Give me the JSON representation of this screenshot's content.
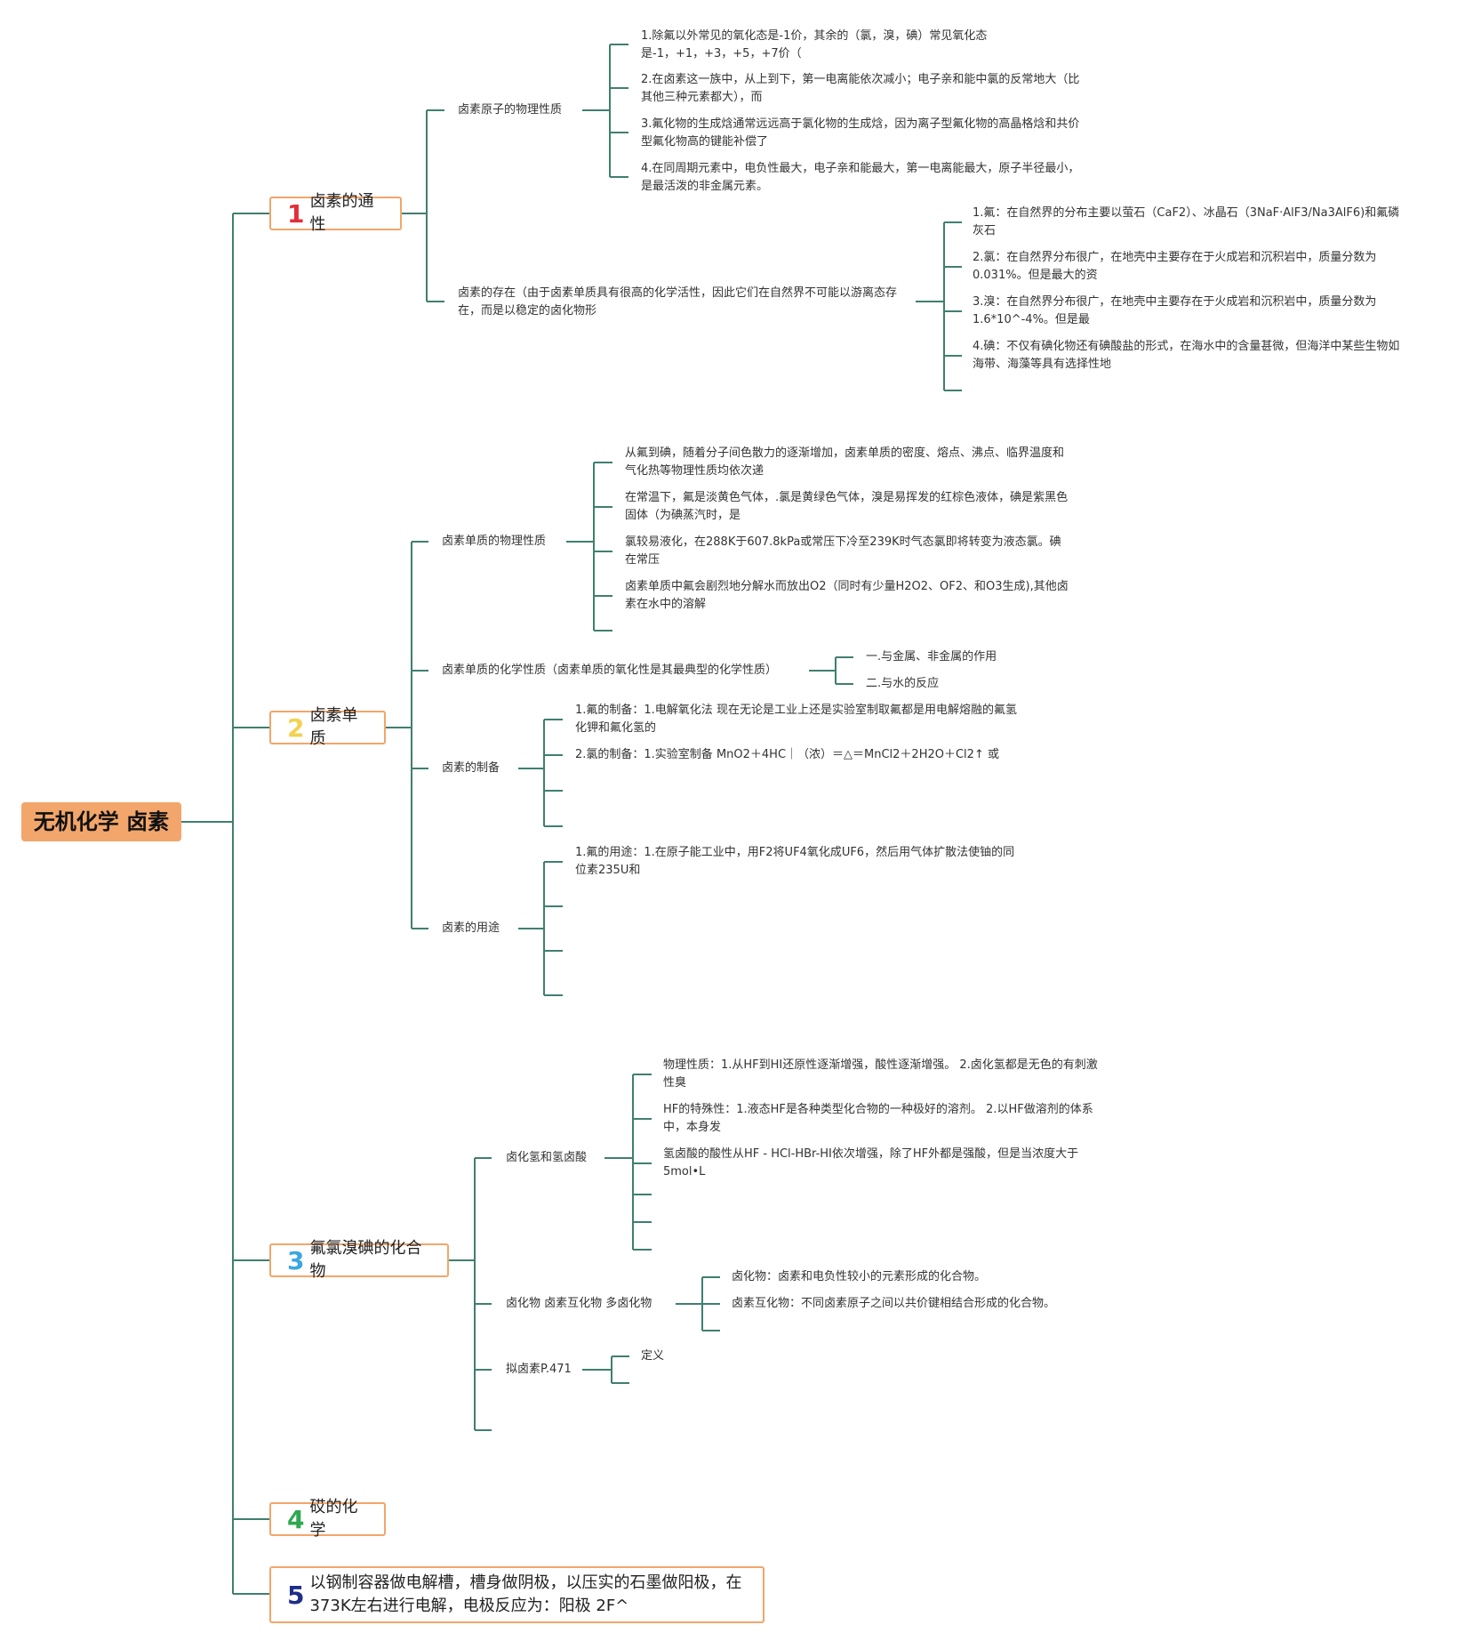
{
  "root": "无机化学 卤素",
  "colors": {
    "line": "#3F7F6F",
    "root_fill": "#F2A66B",
    "num1": "#E0303A",
    "num2": "#F3D250",
    "num3": "#3BA7E0",
    "num4": "#2FA84F",
    "num5": "#1F2D8A"
  },
  "branch1": {
    "num": "1",
    "title": "卤素的通性",
    "phys": {
      "label": "卤素原子的物理性质",
      "items": [
        "1.除氟以外常见的氧化态是-1价，其余的（氯，溴，碘）常见氧化态是-1，+1，+3，+5，+7价（",
        "2.在卤素这一族中，从上到下，第一电离能依次减小；电子亲和能中氯的反常地大（比其他三种元素都大），而",
        "3.氟化物的生成焓通常远远高于氯化物的生成焓，因为离子型氟化物的高晶格焓和共价型氟化物高的键能补偿了",
        "4.在同周期元素中，电负性最大，电子亲和能最大，第一电离能最大，原子半径最小，是最活泼的非金属元素。"
      ]
    },
    "exist": {
      "label": "卤素的存在（由于卤素单质具有很高的化学活性，因此它们在自然界不可能以游离态存在，而是以稳定的卤化物形",
      "items": [
        "1.氟：在自然界的分布主要以萤石（CaF2）、冰晶石（3NaF·AlF3/Na3AlF6)和氟磷灰石",
        "2.氯：在自然界分布很广，在地壳中主要存在于火成岩和沉积岩中，质量分数为0.031%。但是最大的资",
        "3.溴：在自然界分布很广，在地壳中主要存在于火成岩和沉积岩中，质量分数为1.6*10^-4%。但是最",
        "4.碘：不仅有碘化物还有碘酸盐的形式，在海水中的含量甚微，但海洋中某些生物如海带、海藻等具有选择性地"
      ]
    }
  },
  "branch2": {
    "num": "2",
    "title": "卤素单质",
    "phys": {
      "label": "卤素单质的物理性质",
      "items": [
        "从氟到碘，随着分子间色散力的逐渐增加，卤素单质的密度、熔点、沸点、临界温度和气化热等物理性质均依次递",
        "在常温下，氟是淡黄色气体，.氯是黄绿色气体，溴是易挥发的红棕色液体，碘是紫黑色固体（为碘蒸汽时，是",
        "氯较易液化，在288K于607.8kPa或常压下冷至239K时气态氯即将转变为液态氯。碘在常压",
        "卤素单质中氟会剧烈地分解水而放出O2（同时有少量H2O2、OF2、和O3生成),其他卤素在水中的溶解"
      ]
    },
    "chem": {
      "label": "卤素单质的化学性质（卤素单质的氧化性是其最典型的化学性质）",
      "items": [
        "一.与金属、非金属的作用",
        "二.与水的反应"
      ]
    },
    "prep": {
      "label": "卤素的制备",
      "items": [
        "1.氟的制备：1.电解氧化法 现在无论是工业上还是实验室制取氟都是用电解熔融的氟氢化钾和氟化氢的",
        "2.氯的制备：1.实验室制备 MnO2＋4HC｜（浓）＝△＝MnCl2＋2H2O＋Cl2↑ 或"
      ]
    },
    "use": {
      "label": "卤素的用途",
      "items": [
        "1.氟的用途：1.在原子能工业中，用F2将UF4氧化成UF6，然后用气体扩散法使铀的同位素235U和"
      ]
    }
  },
  "branch3": {
    "num": "3",
    "title": "氟氯溴碘的化合物",
    "hx": {
      "label": "卤化氢和氢卤酸",
      "items": [
        "物理性质：1.从HF到HI还原性逐渐增强，酸性逐渐增强。 2.卤化氢都是无色的有刺激性臭",
        "HF的特殊性：1.液态HF是各种类型化合物的一种极好的溶剂。 2.以HF做溶剂的体系中，本身发",
        "氢卤酸的酸性从HF - HCl-HBr-HI依次增强，除了HF外都是强酸，但是当浓度大于5mol•L"
      ]
    },
    "halide": {
      "label": "卤化物 卤素互化物 多卤化物",
      "items": [
        "卤化物：卤素和电负性较小的元素形成的化合物。",
        "卤素互化物：不同卤素原子之间以共价键相结合形成的化合物。"
      ]
    },
    "pseudo": {
      "label": "拟卤素P.471",
      "items": [
        "定义"
      ]
    }
  },
  "branch4": {
    "num": "4",
    "title": "砹的化学"
  },
  "branch5": {
    "num": "5",
    "title": "以钢制容器做电解槽，槽身做阴极，以压实的石墨做阳极，在373K左右进行电解，电极反应为：阳极 2F^"
  }
}
